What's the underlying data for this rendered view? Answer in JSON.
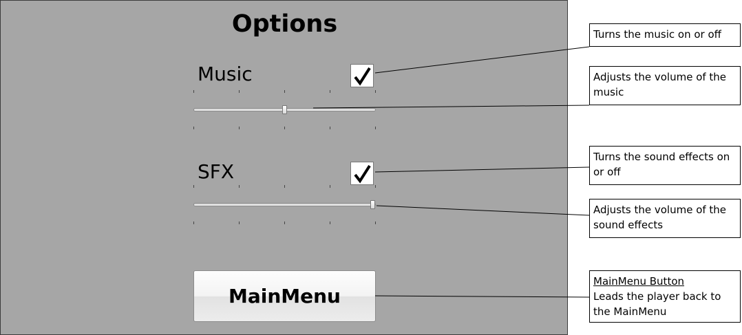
{
  "options": {
    "title": "Options",
    "music": {
      "label": "Music",
      "enabled": true,
      "volume_fraction": 0.5
    },
    "sfx": {
      "label": "SFX",
      "enabled": true,
      "volume_fraction": 1.0
    },
    "main_menu_button": "MainMenu"
  },
  "callouts": {
    "music_toggle": "Turns the music on or off",
    "music_volume": "Adjusts the volume of the music",
    "sfx_toggle": "Turns the sound effects on or off",
    "sfx_volume": "Adjusts the volume of the sound effects",
    "main_menu_heading": "MainMenu Button",
    "main_menu_text": "Leads the player back to the MainMenu"
  },
  "icons": {
    "checkmark": "checkmark-icon"
  },
  "colors": {
    "panel_background": "#a6a6a6",
    "page_background": "#ffffff"
  }
}
